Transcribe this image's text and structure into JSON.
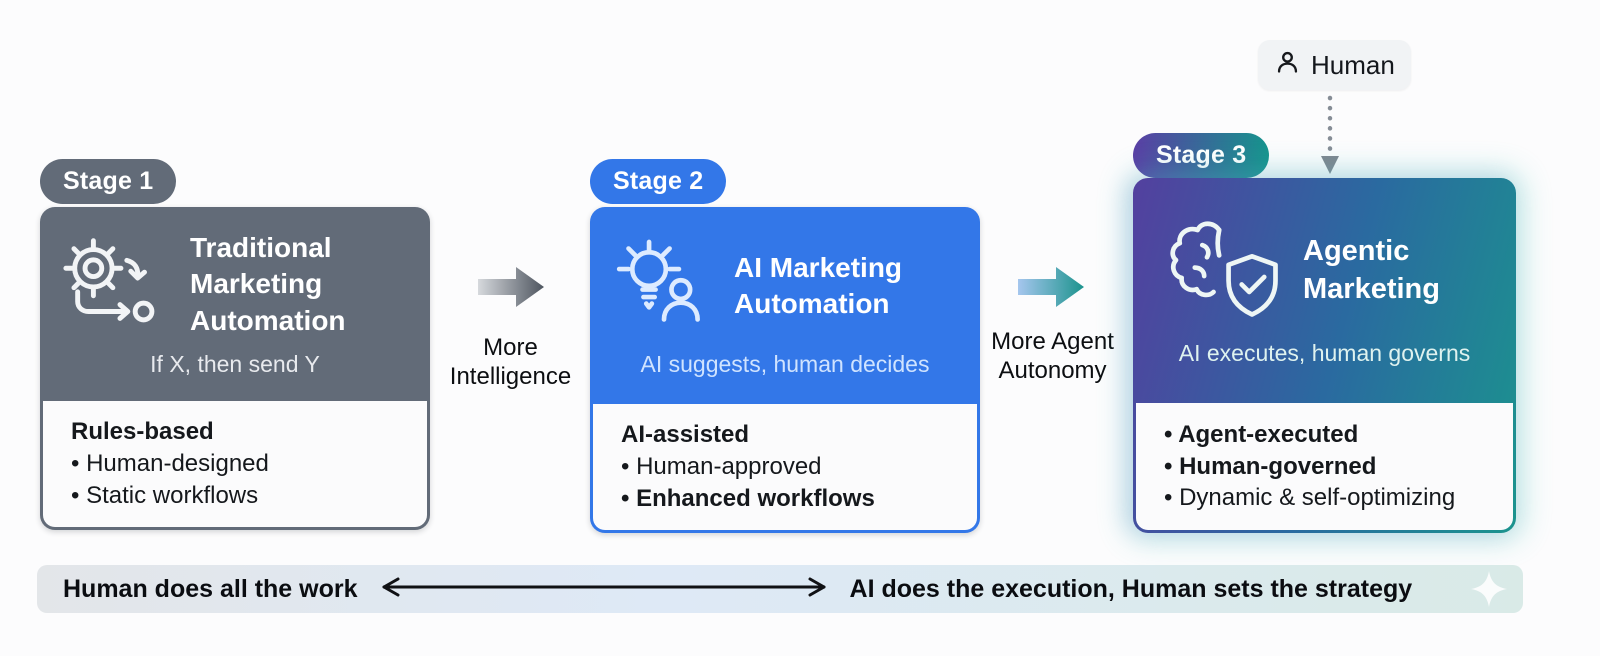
{
  "diagram": {
    "stages": [
      {
        "badge": "Stage 1",
        "title": "Traditional Marketing Automation",
        "subtitle": "If X, then send Y",
        "icon": "gear-workflow-icon",
        "heading": "Rules-based",
        "bullet_1": "Human-designed",
        "bullet_2": "Static workflows",
        "header_color": "#626b78"
      },
      {
        "badge": "Stage 2",
        "title": "AI Marketing Automation",
        "subtitle": "AI suggests, human decides",
        "icon": "lightbulb-person-icon",
        "heading": "AI-assisted",
        "bullet_1": "Human-approved",
        "bullet_2": "Enhanced workflows",
        "header_color": "#3377e8"
      },
      {
        "badge": "Stage 3",
        "title": "Agentic Marketing",
        "subtitle": "AI executes, human governs",
        "icon": "brain-shield-icon",
        "bullet_1": "Agent-executed",
        "bullet_2": "Human-governed",
        "bullet_3": "Dynamic & self-optimizing",
        "header_gradient_from": "#53409f",
        "header_gradient_to": "#1b948e"
      }
    ],
    "transitions": [
      {
        "label": "More Intelligence",
        "arrow_from": "#d6d9dd",
        "arrow_to": "#4e555f"
      },
      {
        "label": "More Agent Autonomy",
        "arrow_from": "#a5c6ee",
        "arrow_to": "#1c938d"
      }
    ],
    "human_badge": {
      "label": "Human",
      "icon": "person-icon"
    },
    "spectrum_bar": {
      "left_label": "Human does all the work",
      "right_label": "AI does the execution, Human sets the strategy"
    },
    "colors": {
      "canvas_bg": "#fcfcfd",
      "spectrum_from": "#e3e6e9",
      "spectrum_mid": "#dee9f6",
      "spectrum_to": "#d9eae7"
    }
  }
}
